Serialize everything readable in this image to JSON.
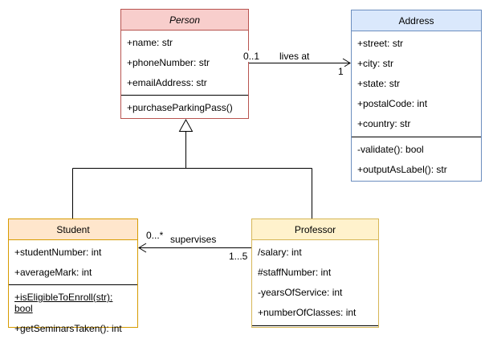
{
  "diagram": {
    "classes": {
      "person": {
        "name": "Person",
        "abstract": true,
        "attributes": [
          "+name: str",
          "+phoneNumber: str",
          "+emailAddress: str"
        ],
        "methods": [
          "+purchaseParkingPass()"
        ],
        "fill": "#f8cecc",
        "stroke": "#b85450"
      },
      "address": {
        "name": "Address",
        "attributes": [
          "+street: str",
          "+city: str",
          "+state: str",
          "+postalCode: int",
          "+country: str"
        ],
        "methods": [
          "-validate(): bool",
          "+outputAsLabel(): str"
        ],
        "fill": "#dae8fc",
        "stroke": "#6c8ebf"
      },
      "student": {
        "name": "Student",
        "attributes": [
          "+studentNumber: int",
          "+averageMark: int"
        ],
        "methods": [
          "+isEligibleToEnroll(str): bool",
          "+getSeminarsTaken(): int"
        ],
        "static_method": "+isEligibleToEnroll(str): bool",
        "fill": "#ffe6cc",
        "stroke": "#d79b00"
      },
      "professor": {
        "name": "Professor",
        "attributes": [
          "/salary: int",
          "#staffNumber: int",
          "-yearsOfService: int",
          "+numberOfClasses: int"
        ],
        "methods": [],
        "fill": "#fff2cc",
        "stroke": "#d6b656"
      }
    },
    "edges": {
      "lives_at": {
        "label": "lives at",
        "type": "association",
        "from": "Person",
        "to": "Address",
        "source_multiplicity": "0..1",
        "target_multiplicity": "1"
      },
      "supervises": {
        "label": "supervises",
        "type": "association",
        "from": "Professor",
        "to": "Student",
        "source_multiplicity": "1...5",
        "target_multiplicity": "0...*"
      },
      "generalization": {
        "type": "inheritance",
        "parent": "Person",
        "children": [
          "Student",
          "Professor"
        ]
      }
    }
  }
}
